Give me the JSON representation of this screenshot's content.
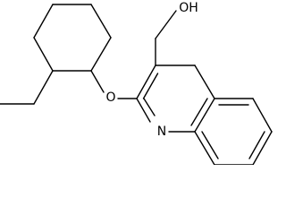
{
  "molecule": {
    "atom_labels": {
      "hydroxyl": "OH",
      "ether_oxygen": "O",
      "ring_nitrogen": "N"
    },
    "bond_color": "#000000",
    "background_color": "#ffffff"
  }
}
